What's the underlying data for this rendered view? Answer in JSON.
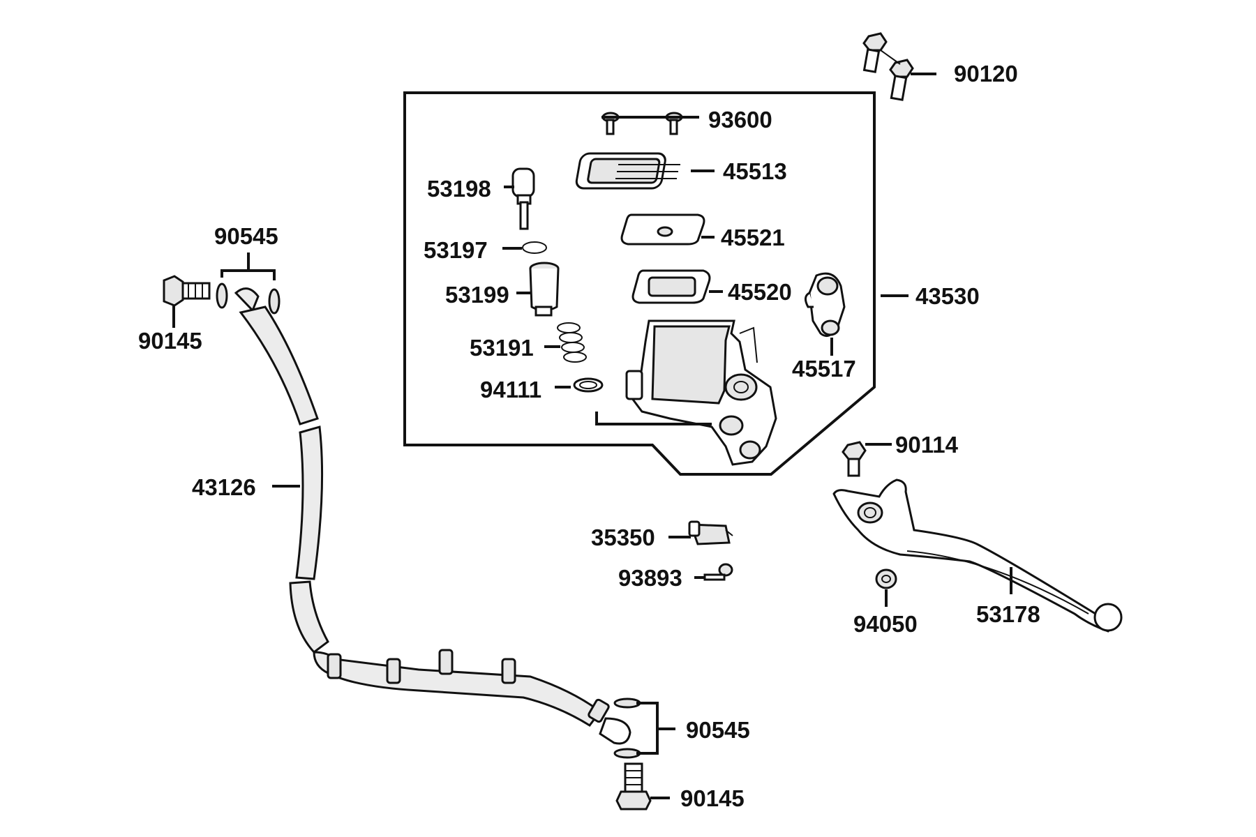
{
  "labels": {
    "p90120": "90120",
    "p93600": "93600",
    "p45513": "45513",
    "p53198": "53198",
    "p45521": "45521",
    "p53197": "53197",
    "p90545_top": "90545",
    "p53199": "53199",
    "p45520": "45520",
    "p43530": "43530",
    "p90145_top": "90145",
    "p53191": "53191",
    "p45517": "45517",
    "p94111": "94111",
    "p90114": "90114",
    "p43126": "43126",
    "p35350": "35350",
    "p93893": "93893",
    "p94050": "94050",
    "p53178": "53178",
    "p90545_bottom": "90545",
    "p90145_bottom": "90145"
  }
}
